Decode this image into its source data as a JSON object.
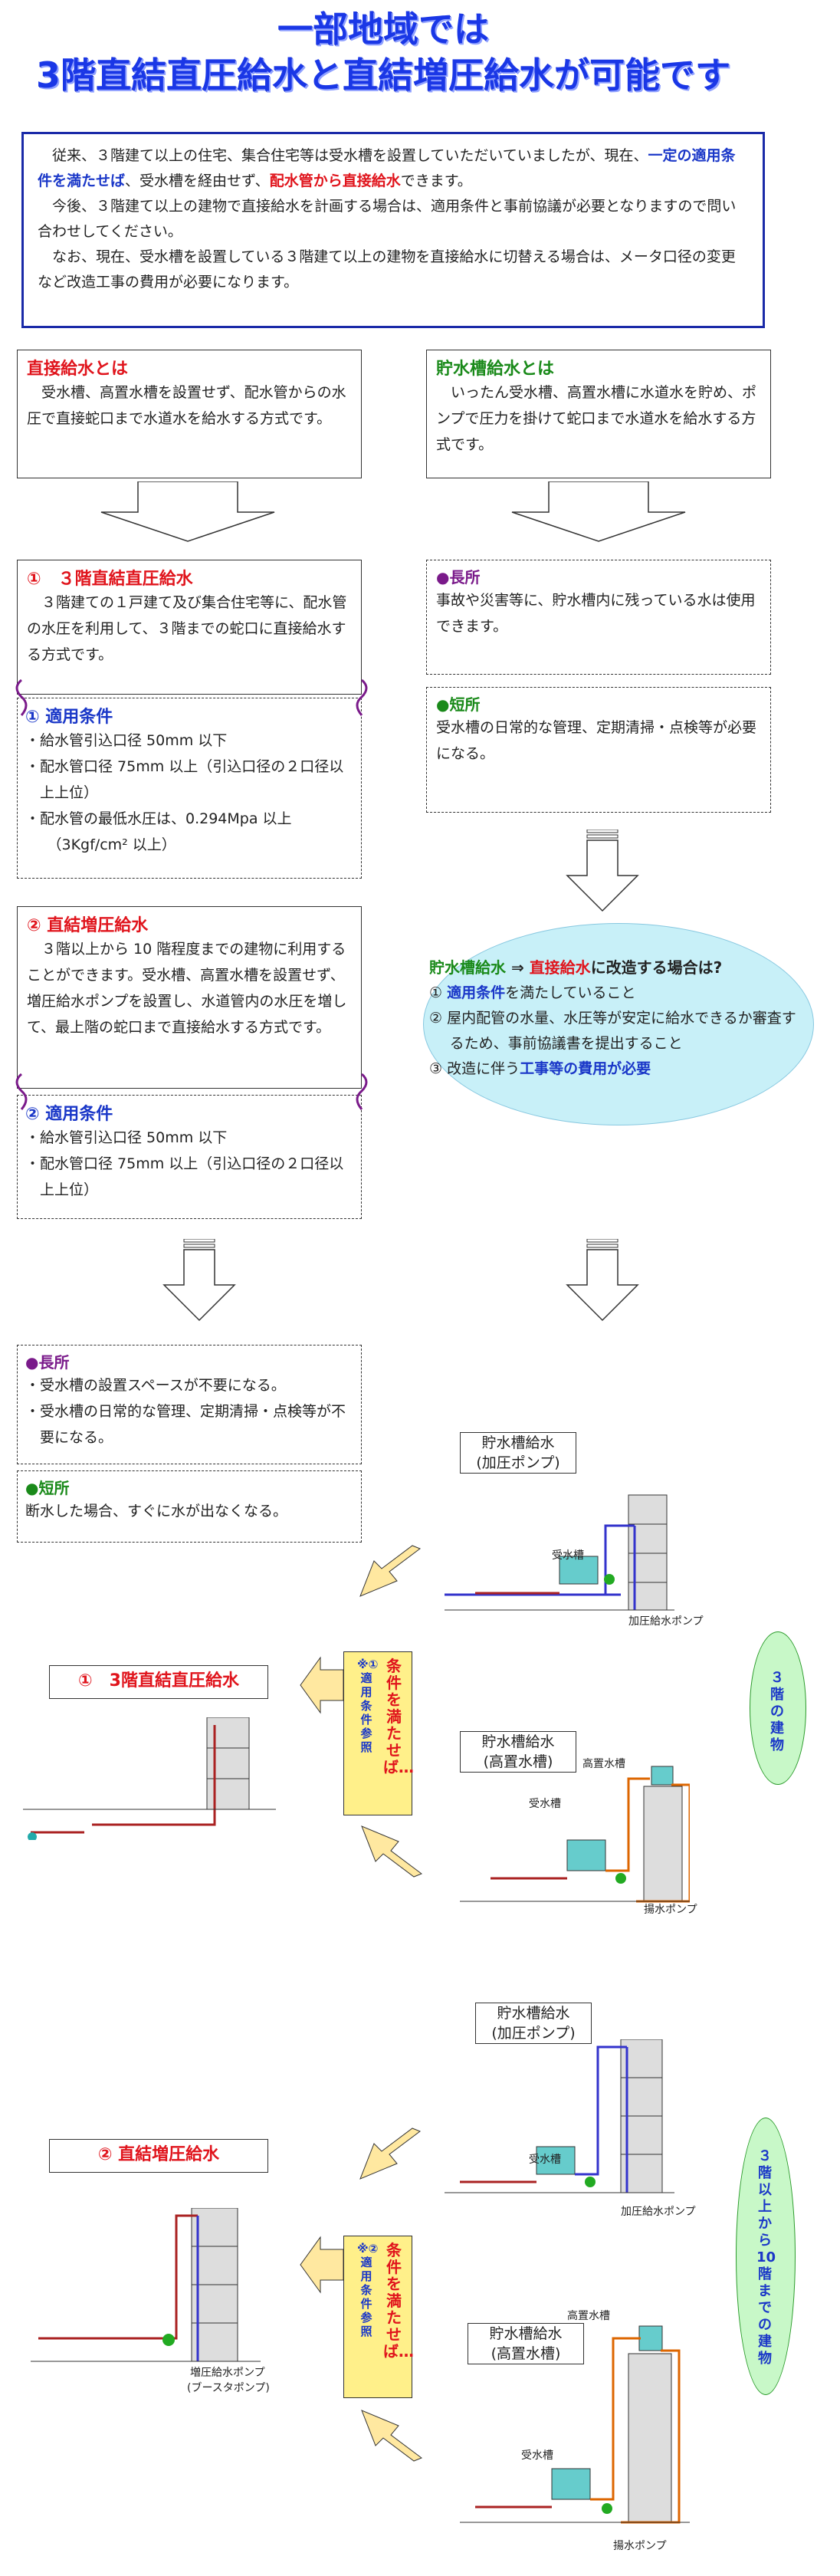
{
  "title": {
    "line1": "一部地域では",
    "line2": "3階直結直圧給水と直結増圧給水が可能です"
  },
  "intro": {
    "p1_a": "従来、３階建て以上の住宅、集合住宅等は受水槽を設置していただいていましたが、現在、",
    "p1_b": "一定の適用条件を満たせば",
    "p1_c": "、受水槽を経由せず、",
    "p1_d": "配水管から直接給水",
    "p1_e": "できます。",
    "p2": "今後、３階建て以上の建物で直接給水を計画する場合は、適用条件と事前協議が必要となりますので問い合わせしてください。",
    "p3": "なお、現在、受水槽を設置している３階建て以上の建物を直接給水に切替える場合は、メータ口径の変更など改造工事の費用が必要になります。"
  },
  "direct": {
    "heading": "直接給水とは",
    "body": "受水槽、高置水槽を設置せず、配水管からの水圧で直接蛇口まで水道水を給水する方式です。"
  },
  "storage": {
    "heading": "貯水槽給水とは",
    "body": "いったん受水槽、高置水槽に水道水を貯め、ポンプで圧力を掛けて蛇口まで水道水を給水する方式です。"
  },
  "m1": {
    "heading": "①　３階直結直圧給水",
    "body": "３階建ての１戸建て及び集合住宅等に、配水管の水圧を利用して、３階までの蛇口に直接給水する方式です。"
  },
  "c1": {
    "heading": "①  適用条件",
    "items": [
      "・給水管引込口径 50mm 以下",
      "・配水管口径 75mm 以上（引込口径の２口径以上上位）",
      "・配水管の最低水圧は、0.294Mpa 以上",
      "（3Kgf/cm² 以上）"
    ]
  },
  "m2": {
    "heading": "②  直結増圧給水",
    "body": "３階以上から 10 階程度までの建物に利用することができます。受水槽、高置水槽を設置せず、増圧給水ポンプを設置し、水道管内の水圧を増して、最上階の蛇口まで直接給水する方式です。"
  },
  "c2": {
    "heading": "②  適用条件",
    "items": [
      "・給水管引込口径 50mm 以下",
      "・配水管口径 75mm 以上（引込口径の２口径以上上位）"
    ]
  },
  "pros_storage": {
    "heading": "●長所",
    "body": "事故や災害等に、貯水槽内に残っている水は使用できます。"
  },
  "cons_storage": {
    "heading": "●短所",
    "body": "受水槽の日常的な管理、定期清掃・点検等が必要になる。"
  },
  "conv": {
    "t_a": "貯水槽給水",
    "t_b": " ⇒ ",
    "t_c": "直接給水",
    "t_d": "に改造する場合は?",
    "i1_a": "① ",
    "i1_b": "適用条件",
    "i1_c": "を満たしていること",
    "i2": "②  屋内配管の水量、水圧等が安定に給水できるか審査するため、事前協議書を提出すること",
    "i3_a": "③  改造に伴う",
    "i3_b": "工事等の費用が必要"
  },
  "pros_direct": {
    "heading": "●長所",
    "items": [
      "・受水槽の設置スペースが不要になる。",
      "・受水槽の日常的な管理、定期清掃・点検等が不要になる。"
    ]
  },
  "cons_direct": {
    "heading": "●短所",
    "body": "断水した場合、すぐに水が出なくなる。"
  },
  "diag1": {
    "title": "①　3階直結直圧給水",
    "cond": "条件を満たせば…",
    "cond_ref": "※①適用条件参照",
    "pump_cap": [
      "貯水槽給水",
      "(加圧ポンプ)"
    ],
    "elev_cap": [
      "貯水槽給水",
      "(高置水槽)"
    ],
    "lbl_tank": "受水槽",
    "lbl_pump": "加圧給水ポンプ",
    "lbl_tank2": "受水槽",
    "lbl_high": "高置水槽",
    "lbl_lift": "揚水ポンプ",
    "side": "３階の建物"
  },
  "diag2": {
    "title": "②  直結増圧給水",
    "cond": "条件を満たせば…",
    "cond_ref": "※②適用条件参照",
    "pump_cap": [
      "貯水槽給水",
      "(加圧ポンプ)"
    ],
    "elev_cap": [
      "貯水槽給水",
      "(高置水槽)"
    ],
    "lbl_tank": "受水槽",
    "lbl_pump": "加圧給水ポンプ",
    "lbl_tank2": "受水槽",
    "lbl_high": "高置水槽",
    "lbl_lift": "揚水ポンプ",
    "lbl_boost": "増圧給水ポンプ",
    "lbl_boost2": "(ブースタポンプ)",
    "side": "３階以上から10階までの建物"
  },
  "colors": {
    "accent_blue": "#1a37c8",
    "accent_red": "#e0141c",
    "accent_green": "#1a8a1a",
    "ellipse": "#c8f0f8",
    "cond_bg": "#fff08a"
  }
}
